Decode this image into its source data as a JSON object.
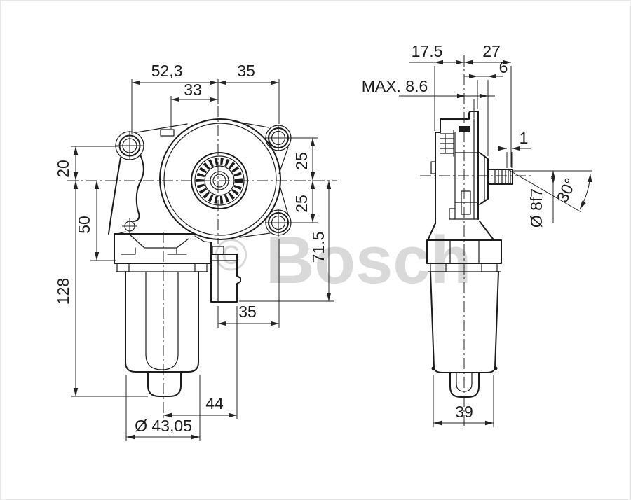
{
  "watermark": {
    "symbol": "©",
    "brand": "Bosch"
  },
  "front_view": {
    "width_left": "52,3",
    "width_right": "35",
    "width_inner": "33",
    "hole_offset_top": "20",
    "center_to_flange": "50",
    "center_to_bottom": "128",
    "hole_offset_upper": "25",
    "hole_offset_lower": "25",
    "center_to_connector_bottom": "71.5",
    "bottom_width": "35",
    "connector_width": "44",
    "motor_diameter": "Ø 43,05"
  },
  "side_view": {
    "depth_rear": "17.5",
    "depth_front": "27",
    "boss_depth": "6",
    "max_depth": "MAX. 8.6",
    "groove_width": "1",
    "shaft_angle": "30°",
    "shaft_diameter": "Ø 8f7",
    "motor_width": "39"
  },
  "colors": {
    "line": "#1c1c1c",
    "watermark": "#d9d9d9",
    "background": "#ffffff"
  }
}
